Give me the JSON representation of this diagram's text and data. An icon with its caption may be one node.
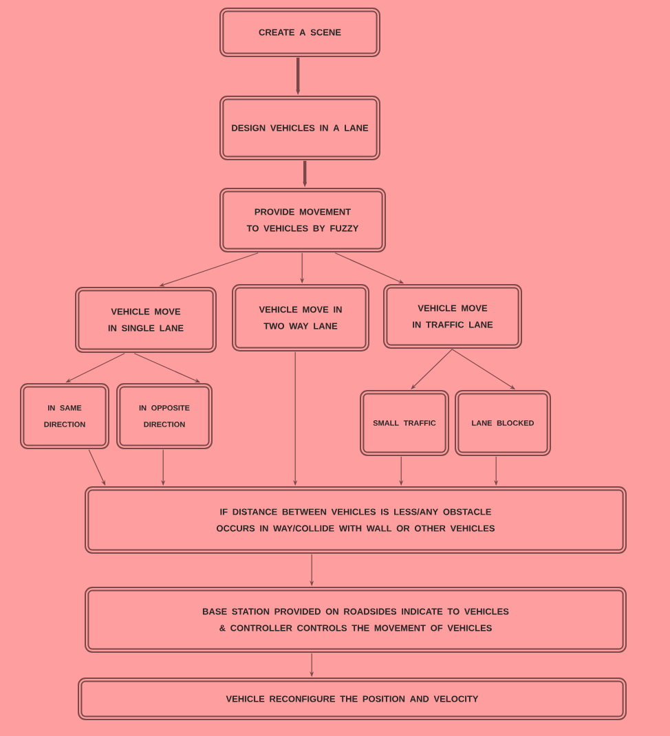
{
  "diagram": {
    "nodes": [
      {
        "text": [
          "CREATE A SCENE"
        ]
      },
      {
        "text": [
          "DESIGN VEHICLES IN A LANE"
        ]
      },
      {
        "text": [
          "PROVIDE MOVEMENT TO VEHICLES BY FUZZY"
        ]
      },
      {
        "text": [
          "VEHICLE MOVE IN SINGLE LANE"
        ]
      },
      {
        "text": [
          "VEHICLE MOVE IN TWO WAY LANE"
        ]
      },
      {
        "text": [
          "VEHICLE MOVE IN TRAFFIC LANE"
        ]
      },
      {
        "text": [
          "IN SAME DIRECTION"
        ]
      },
      {
        "text": [
          "IN OPPOSITE DIRECTION"
        ]
      },
      {
        "text": [
          "SMALL TRAFFIC"
        ]
      },
      {
        "text": [
          "LANE BLOCKED"
        ]
      },
      {
        "text": [
          "IF DISTANCE BETWEEN VEHICLES IS LESS/ANY OBSTACLE OCCURS IN WAY/COLLIDE WITH WALL OR OTHER VEHICLES"
        ]
      },
      {
        "text": [
          "BASE STATION PROVIDED ON ROADSIDES INDICATE TO VEHICLES & CONTROLLER CONTROLS THE MOVEMENT OF VEHICLES"
        ]
      },
      {
        "text": [
          "VEHICLE RECONFIGURE THE POSITION AND VELOCITY"
        ]
      }
    ],
    "edges": [
      {
        "from": 0,
        "to": 1,
        "arrow": "to",
        "style": "thick"
      },
      {
        "from": 1,
        "to": 2,
        "arrow": "to",
        "style": "thick"
      },
      {
        "from": 2,
        "to": 3,
        "arrow": "to"
      },
      {
        "from": 2,
        "to": 4,
        "arrow": "to"
      },
      {
        "from": 2,
        "to": 5,
        "arrow": "to"
      },
      {
        "from": 3,
        "to": 6,
        "arrow": "to"
      },
      {
        "from": 3,
        "to": 7,
        "arrow": "to"
      },
      {
        "from": 5,
        "to": 8,
        "arrow": "to"
      },
      {
        "from": 5,
        "to": 9,
        "arrow": "to"
      },
      {
        "from": 6,
        "to": 10,
        "arrow": "to"
      },
      {
        "from": 7,
        "to": 10,
        "arrow": "to"
      },
      {
        "from": 4,
        "to": 10,
        "arrow": "to"
      },
      {
        "from": 8,
        "to": 10,
        "arrow": "to"
      },
      {
        "from": 9,
        "to": 10,
        "arrow": "to"
      },
      {
        "from": 10,
        "to": 11,
        "arrow": "to"
      },
      {
        "from": 11,
        "to": 12,
        "arrow": "to"
      }
    ]
  }
}
